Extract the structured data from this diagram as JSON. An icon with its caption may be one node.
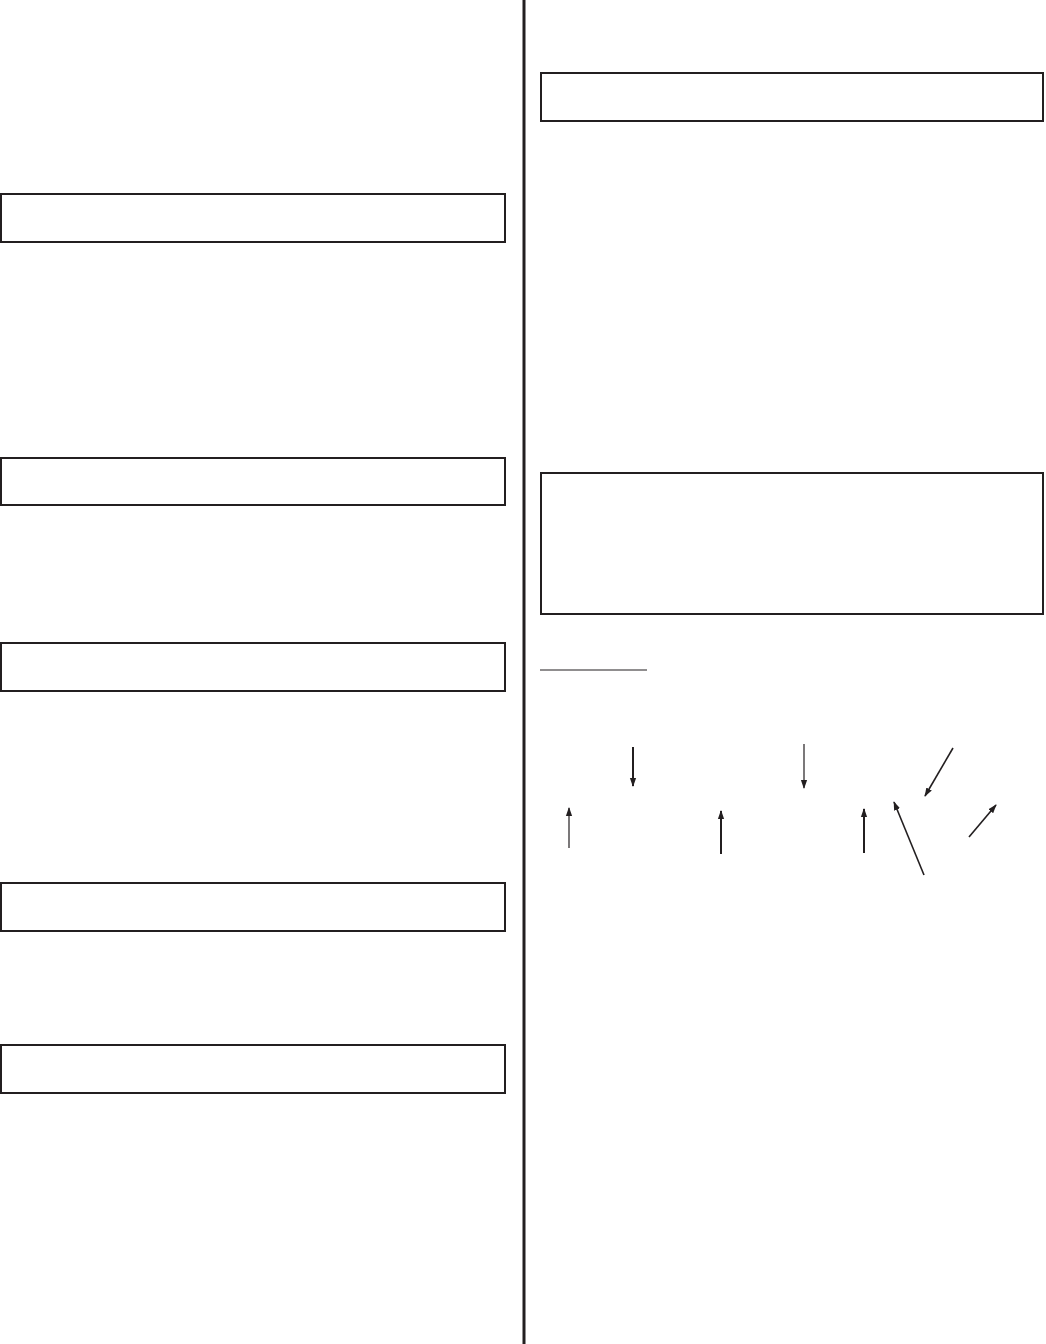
{
  "diagram": {
    "nodes": [
      {
        "text": [],
        "shape": "box"
      },
      {
        "text": [],
        "shape": "box"
      },
      {
        "text": [],
        "shape": "box"
      },
      {
        "text": [],
        "shape": "box"
      },
      {
        "text": [],
        "shape": "box"
      },
      {
        "text": [],
        "shape": "box"
      },
      {
        "text": [],
        "shape": "box"
      }
    ]
  }
}
